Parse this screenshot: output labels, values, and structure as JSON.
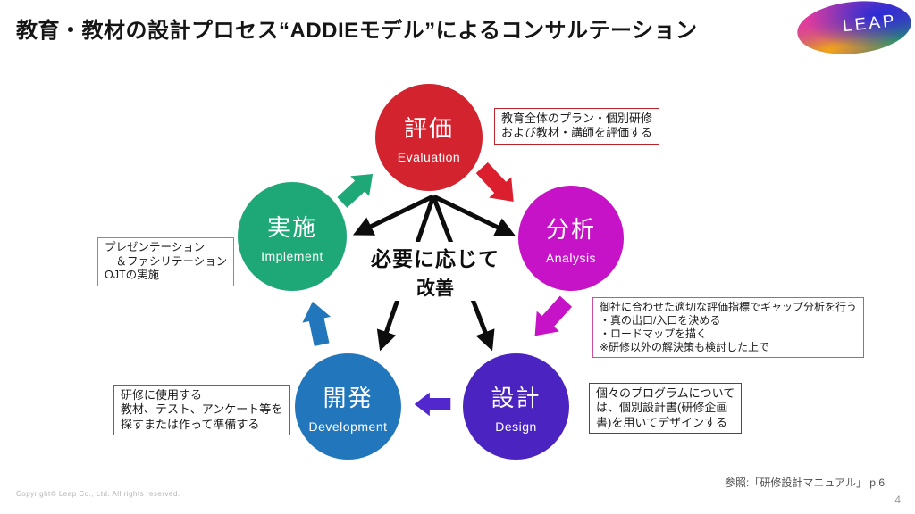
{
  "title": "教育・教材の設計プロセス“ADDIEモデル”によるコンサルテーション",
  "logo": {
    "text": "LEAP"
  },
  "center_label": {
    "line1": "必要に応じて",
    "line2": "改善"
  },
  "circles": [
    {
      "jp": "評価",
      "en": "Evaluation",
      "color": "#d2232e"
    },
    {
      "jp": "分析",
      "en": "Analysis",
      "color": "#c713c7"
    },
    {
      "jp": "設計",
      "en": "Design",
      "color": "#4a23c0"
    },
    {
      "jp": "開発",
      "en": "Development",
      "color": "#2277bc"
    },
    {
      "jp": "実施",
      "en": "Implement",
      "color": "#1fa877"
    }
  ],
  "arrows": {
    "black": "#0d0d0d",
    "implement_to_evaluation": "#1fa877",
    "evaluation_to_analysis": "#dc1f2e",
    "analysis_to_design": "#c713c7",
    "design_to_development": "#5227ce",
    "development_to_implement": "#2277bc"
  },
  "notes": [
    {
      "border": "#bf2329",
      "lines": [
        "教育全体のプラン・個別研修",
        "および教材・講師を評価する"
      ]
    },
    {
      "border": "#cc4f9b",
      "lines": [
        "御社に合わせた適切な評価指標でギャップ分析を行う",
        "・真の出口/入口を決める",
        "・ロードマップを描く",
        "※研修以外の解決策も検討した上で"
      ]
    },
    {
      "border": "#4635c0",
      "lines": [
        "個々のプログラムについて",
        "は、個別設計書(研修企画",
        "書)を用いてデザインする"
      ]
    },
    {
      "border": "#2e75b6",
      "lines": [
        "研修に使用する",
        "教材、テスト、アンケート等を",
        "探すまたは作って準備する"
      ]
    },
    {
      "border": "#5ba58a",
      "lines": [
        "プレゼンテーション",
        "　＆ファシリテーション",
        "OJTの実施"
      ]
    }
  ],
  "footer": {
    "copyright": "Copyright© Leap Co., Ltd.  All rights reserved.",
    "reference": "参照:「研修設計マニュアル」 p.6",
    "page": "4"
  }
}
